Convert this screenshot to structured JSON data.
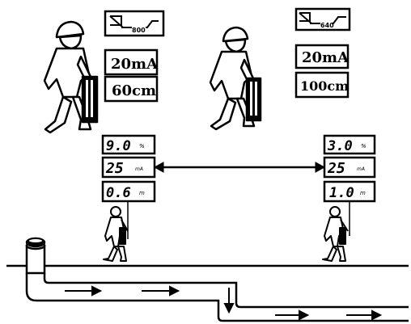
{
  "left_locator": {
    "signal_freq": "800",
    "current": "20mA",
    "depth": "60cm"
  },
  "right_locator": {
    "signal_freq": "640",
    "current": "20mA",
    "depth": "100cm"
  },
  "left_meter": {
    "reading_1": "9.0",
    "reading_1_unit": "%",
    "reading_2": "25",
    "reading_2_unit": "mA",
    "reading_3": "0.6",
    "reading_3_unit": "m"
  },
  "right_meter": {
    "reading_1": "3.0",
    "reading_1_unit": "%",
    "reading_2": "25",
    "reading_2_unit": "mA",
    "reading_3": "1.0",
    "reading_3_unit": "m"
  },
  "colors": {
    "ink": "#000000",
    "paper": "#ffffff"
  }
}
